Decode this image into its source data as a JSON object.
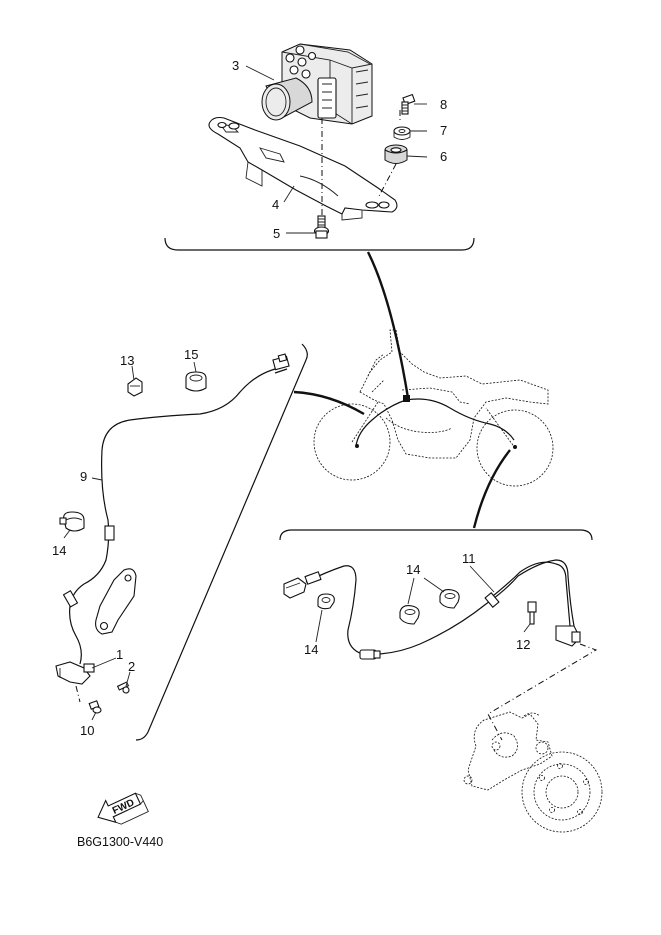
{
  "diagram_code": "B6G1300-V440",
  "fwd_label": "FWD",
  "part_numbers": {
    "p1": "1",
    "p2": "2",
    "p3": "3",
    "p4": "4",
    "p5": "5",
    "p6": "6",
    "p7": "7",
    "p8": "8",
    "p9": "9",
    "p10": "10",
    "p11": "11",
    "p12": "12",
    "p13": "13",
    "p14a": "14",
    "p14b": "14",
    "p14c": "14",
    "p15": "15"
  }
}
